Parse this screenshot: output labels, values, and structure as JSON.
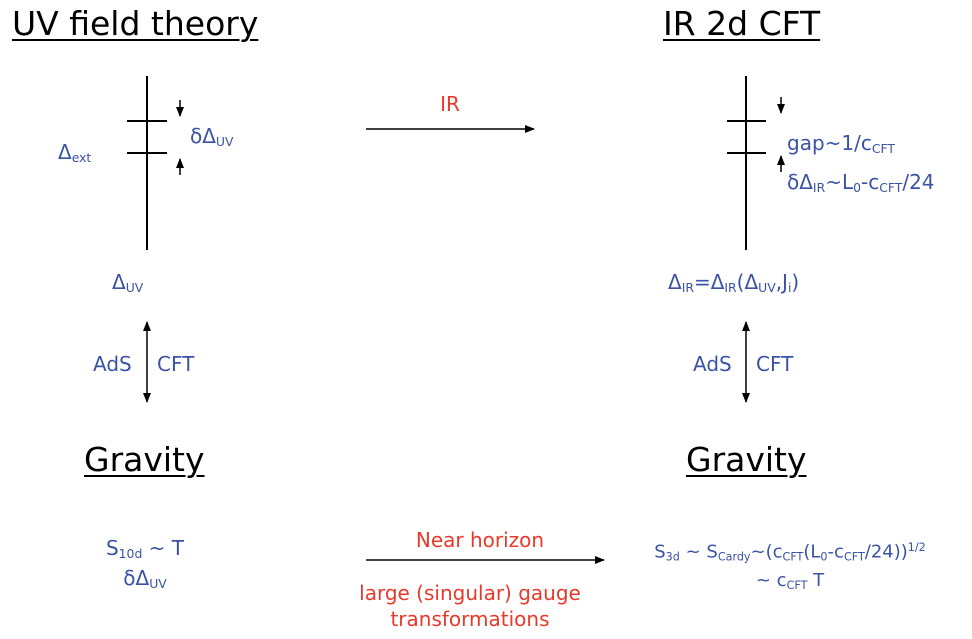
{
  "left": {
    "title": "UV field theory",
    "delta_ext": "Δ",
    "delta_ext_sub": "ext",
    "delta_uv_gap": "δΔ",
    "delta_uv_gap_sub": "UV",
    "delta_uv": "Δ",
    "delta_uv_sub": "UV",
    "ads": "AdS",
    "cft": "CFT",
    "gravity": "Gravity",
    "s10d": "S",
    "s10d_sub": "10d",
    "s10d_rest": " ~ T",
    "bottom_delta": "δΔ",
    "bottom_delta_sub": "UV"
  },
  "middle": {
    "ir_label": "IR",
    "near_horizon": "Near horizon",
    "gauge_line1": "large (singular) gauge",
    "gauge_line2": "transformations"
  },
  "right": {
    "title": "IR 2d CFT",
    "gap_a": "gap~1/c",
    "gap_sub": "CFT",
    "dir_a": "δΔ",
    "dir_sub": "IR",
    "dir_b": "~L",
    "dir_sub2": "0",
    "dir_c": "-c",
    "dir_sub3": "CFT",
    "dir_d": "/24",
    "eq_a": "Δ",
    "eq_sub1": "IR",
    "eq_b": "=Δ",
    "eq_sub2": "IR",
    "eq_c": "(Δ",
    "eq_sub3": "UV",
    "eq_d": ",J",
    "eq_sub4": "i",
    "eq_e": ")",
    "ads": "AdS",
    "cft": "CFT",
    "gravity": "Gravity",
    "s3d": "S",
    "s3d_sub": "3d",
    "s3d_b": " ~ S",
    "s3d_sub2": "Cardy",
    "s3d_c": "~(c",
    "s3d_sub3": "CFT",
    "s3d_d": "(L",
    "s3d_sub4": "0",
    "s3d_e": "-c",
    "s3d_sub5": "CFT",
    "s3d_f": "/24))",
    "s3d_sup": "1/2",
    "ct_a": "~ c",
    "ct_sub": "CFT",
    "ct_b": " T"
  },
  "colors": {
    "blue": "#3b53a4",
    "red": "#e8392b",
    "black": "#000000"
  }
}
